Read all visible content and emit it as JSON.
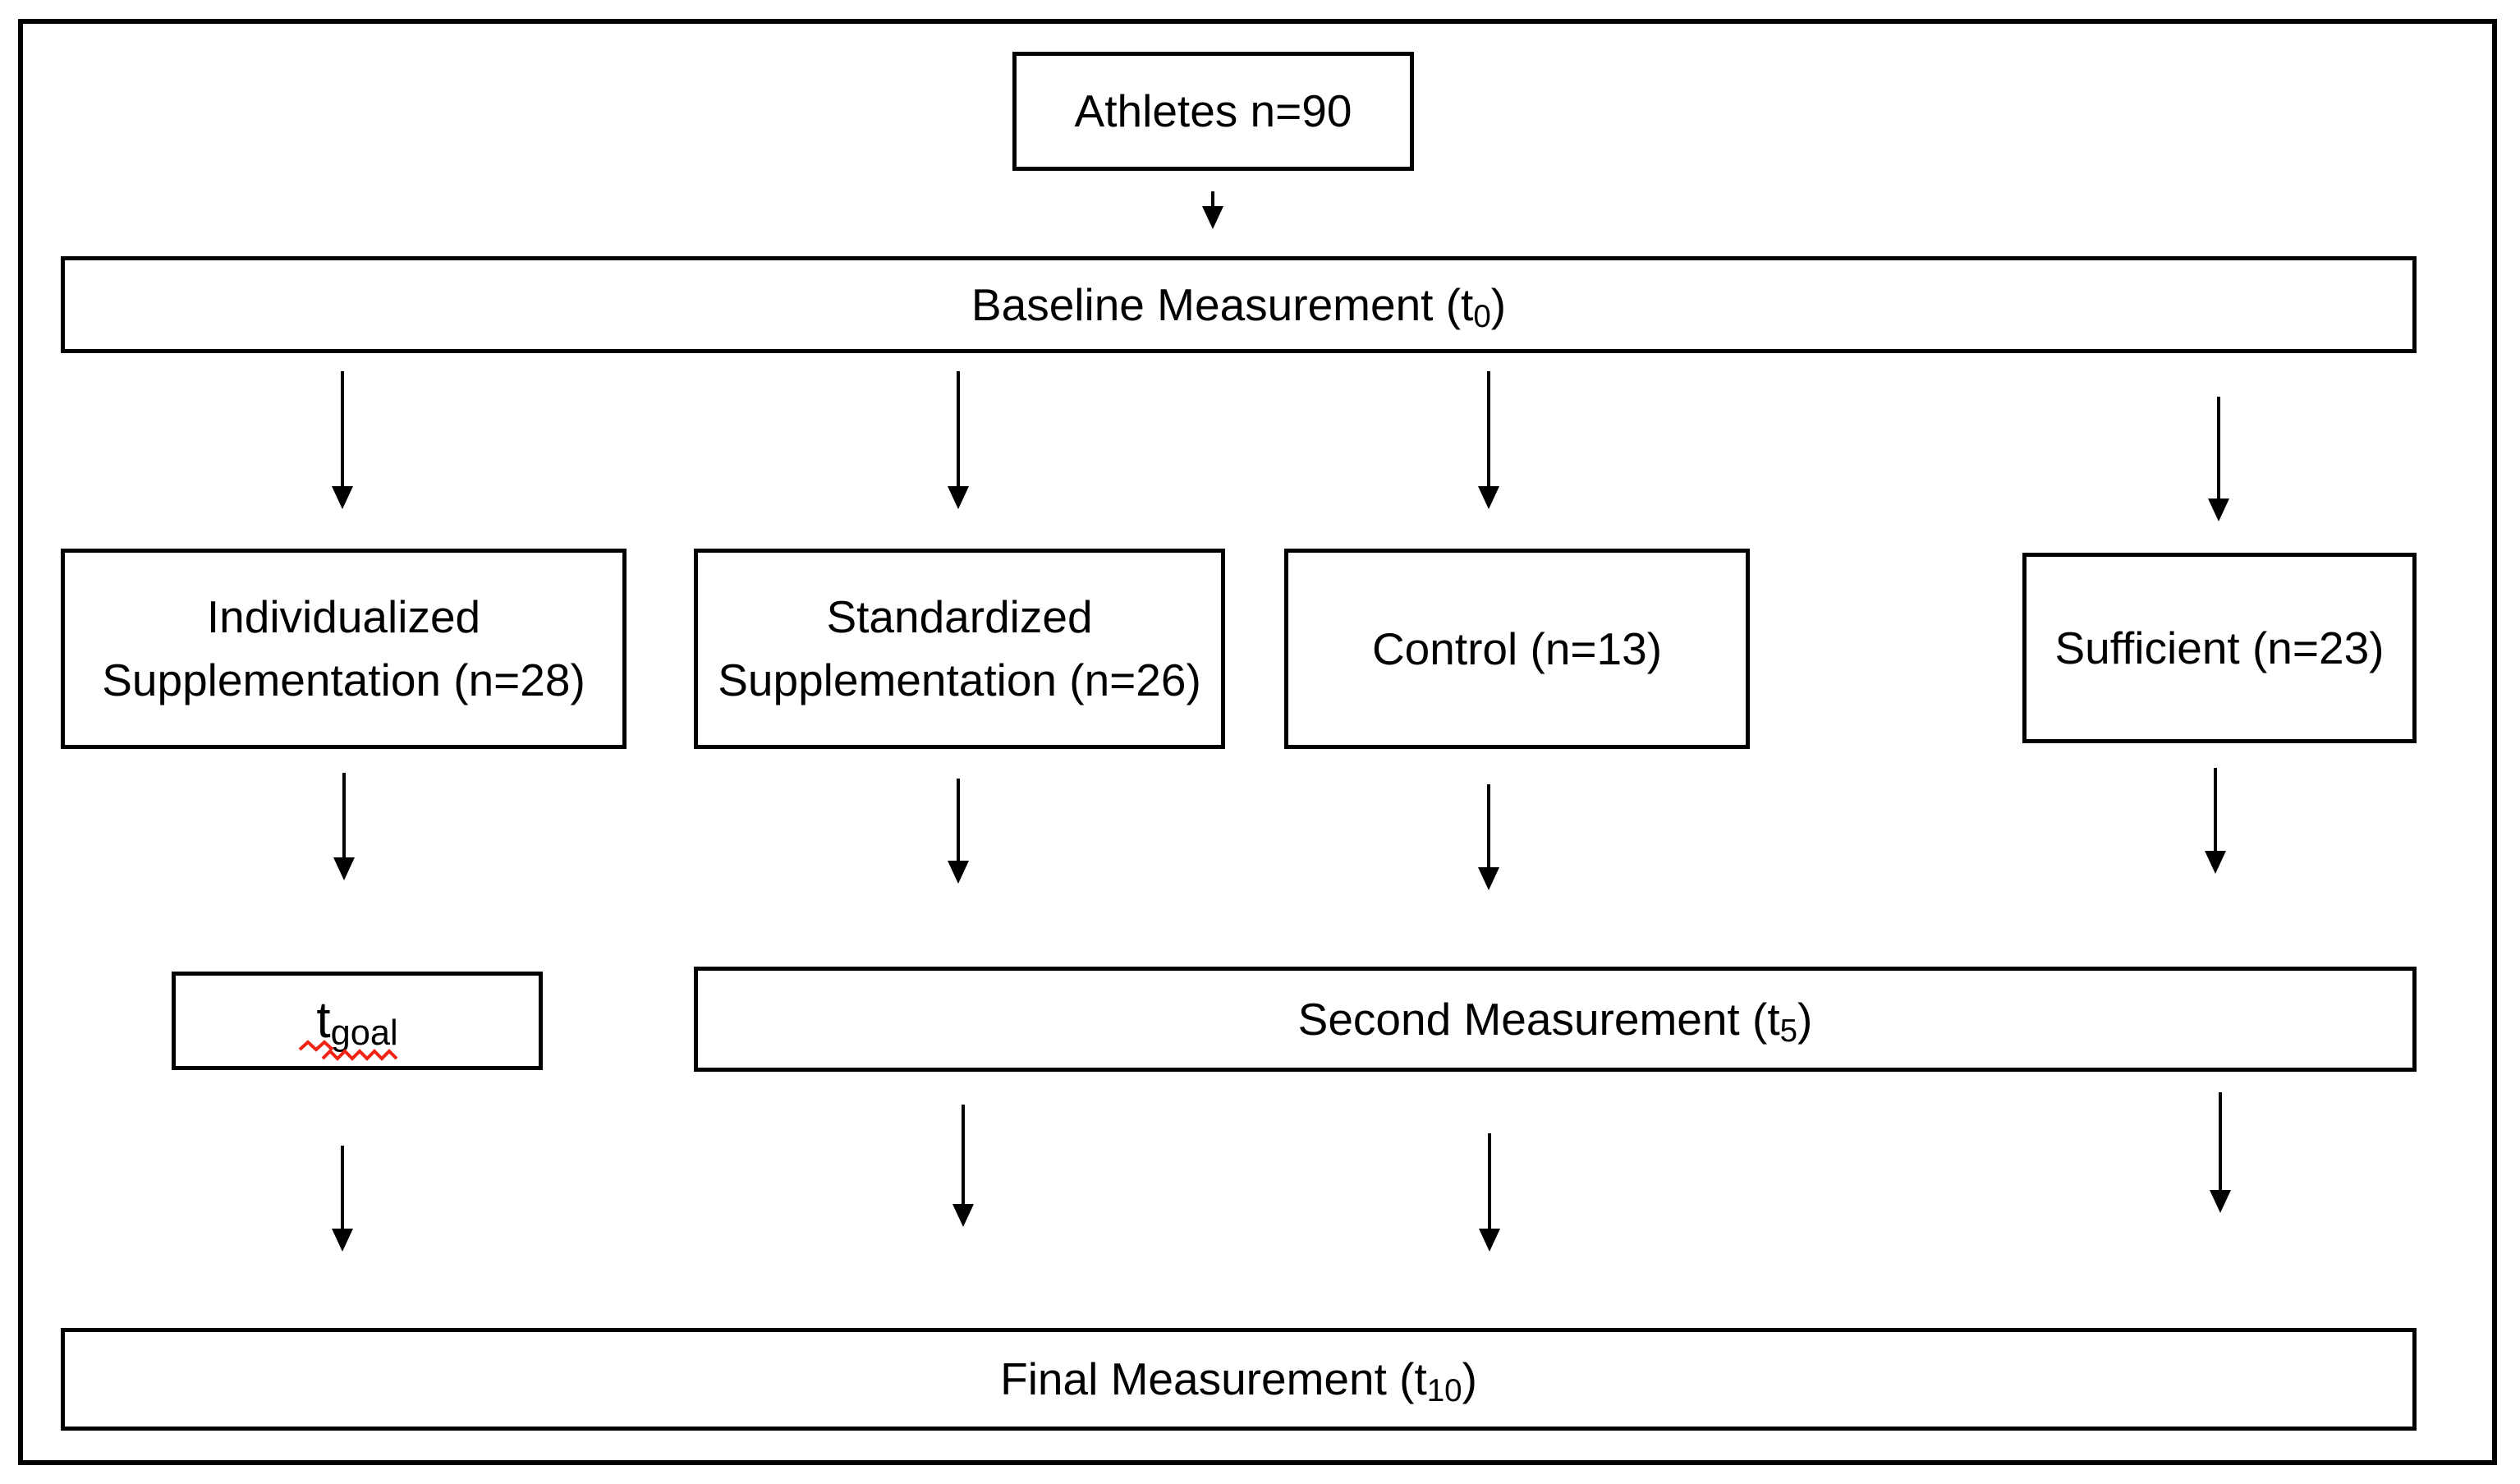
{
  "diagram": {
    "colors": {
      "ink": "#000000",
      "background": "#ffffff",
      "spellcheck_red": "#f02415"
    },
    "icons": {
      "flow_arrow": "down-arrow-icon",
      "spellcheck_underline": "red-wavy-underline-icon"
    },
    "nodes": {
      "athletes": {
        "label": "Athletes n=90"
      },
      "baseline": {
        "pre": "Baseline Measurement (t",
        "sub": "0",
        "post": ")"
      },
      "individualized": {
        "line1": "Individualized",
        "line2": "Supplementation (n=28)"
      },
      "standardized": {
        "line1": "Standardized",
        "line2": "Supplementation (n=26)"
      },
      "control": {
        "label": "Control (n=13)"
      },
      "sufficient": {
        "label": "Sufficient (n=23)"
      },
      "t_goal": {
        "pre": "t",
        "sub": "goal"
      },
      "second": {
        "pre": "Second Measurement (t",
        "sub": "5",
        "post": ")"
      },
      "final": {
        "pre": "Final Measurement (t",
        "sub": "10",
        "post": ")"
      }
    },
    "edges": [
      "athletes -> baseline",
      "baseline -> individualized",
      "baseline -> standardized",
      "baseline -> control",
      "baseline -> sufficient",
      "individualized -> t_goal",
      "standardized -> second",
      "control -> second",
      "sufficient -> second",
      "t_goal -> final",
      "second -> final (standardized column)",
      "second -> final (control column)",
      "second -> final (sufficient column)"
    ]
  }
}
